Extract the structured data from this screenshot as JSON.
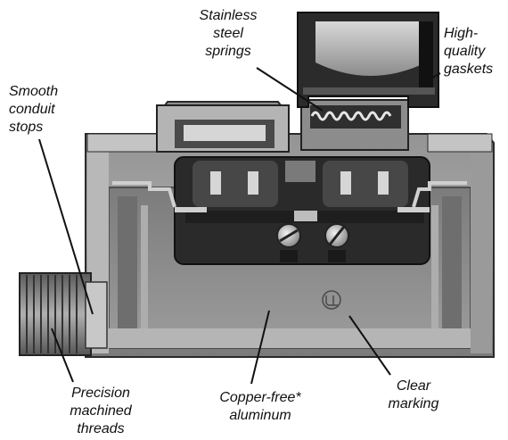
{
  "labels": {
    "springs": "Stainless\nsteel\nsprings",
    "gaskets": "High-\nquality\ngaskets",
    "stops": "Smooth\nconduit\nstops",
    "threads": "Precision\nmachined\nthreads",
    "aluminum": "Copper-free*\naluminum",
    "marking": "Clear\nmarking"
  },
  "icons": {
    "ul_mark": "ul-listing-mark"
  }
}
